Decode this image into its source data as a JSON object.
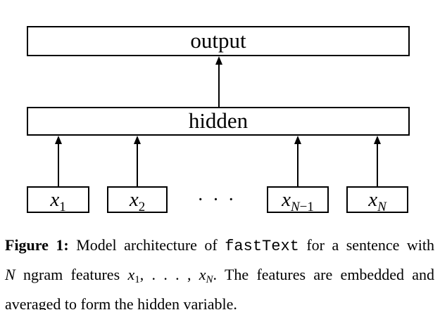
{
  "colors": {
    "ink": "#000000",
    "background": "#ffffff"
  },
  "diagram": {
    "output_label": "output",
    "hidden_label": "hidden",
    "ellipsis": "· · ·",
    "inputs": [
      {
        "base": "x",
        "sub_plain": "1"
      },
      {
        "base": "x",
        "sub_plain": "2"
      },
      {
        "base": "x",
        "sub_italic": "N",
        "sub_plain": "−1"
      },
      {
        "base": "x",
        "sub_italic": "N"
      }
    ]
  },
  "caption": {
    "fig_label": "Figure 1:",
    "line1_a": "Model architecture of",
    "code": "fastText",
    "line1_b": "for a sentence with",
    "math_N": "N",
    "line2_a": "ngram features",
    "x1_base": "x",
    "x1_sub": "1",
    "dots": ", . . . ,",
    "xN_base": "x",
    "xN_sub": "N",
    "line2_b": ". The features are embedded and",
    "line3": "averaged to form the hidden variable."
  }
}
